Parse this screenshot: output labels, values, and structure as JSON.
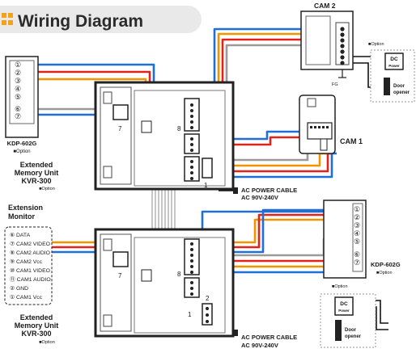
{
  "title": "Wiring Diagram",
  "cam2": {
    "label": "CAM 2",
    "option": "■Option",
    "fg": "FG"
  },
  "cam1": {
    "label": "CAM 1"
  },
  "dc_power_top": {
    "line1": "DC",
    "line2": "Power"
  },
  "door_opener_top": {
    "line1": "Door",
    "line2": "opener"
  },
  "dc_power_bottom": {
    "line1": "DC",
    "line2": "Power"
  },
  "door_opener_bottom": {
    "line1": "Door",
    "line2": "opener"
  },
  "kdp_left": {
    "label": "KDP-602G",
    "option": "■Option",
    "terminals": [
      "①",
      "②",
      "③",
      "④",
      "⑤",
      "⑥",
      "⑦"
    ]
  },
  "kdp_right": {
    "label": "KDP-602G",
    "option": "■Option",
    "option_below": "■Option",
    "terminals": [
      "①",
      "②",
      "③",
      "④",
      "⑤",
      "⑥",
      "⑦"
    ]
  },
  "kvr_top": {
    "line1": "Extended",
    "line2": "Memory Unit",
    "line3": "KVR-300",
    "option": "■Option"
  },
  "kvr_bottom": {
    "line1": "Extended",
    "line2": "Memory Unit",
    "line3": "KVR-300",
    "option": "■Option"
  },
  "extension_monitor": {
    "line1": "Extension",
    "line2": "Monitor"
  },
  "legend": [
    {
      "num": "⑥",
      "text": "DATA"
    },
    {
      "num": "⑦",
      "text": "CAM2 VIDEO"
    },
    {
      "num": "⑧",
      "text": "CAM2 AUDIO"
    },
    {
      "num": "⑨",
      "text": "CAM2 Vcc"
    },
    {
      "num": "⑩",
      "text": "CAM1 VIDEO"
    },
    {
      "num": "⑪",
      "text": "CAM1 AUDIO"
    },
    {
      "num": "②",
      "text": "GND"
    },
    {
      "num": "①",
      "text": "CAM1 Vcc"
    }
  ],
  "ac_top": {
    "line1": "AC POWER CABLE",
    "line2": "AC 90V-240V"
  },
  "ac_bottom": {
    "line1": "AC POWER CABLE",
    "line2": "AC 90V-240V"
  },
  "monitor_marks": {
    "t7a": "7",
    "t7b": "7",
    "t8a": "8",
    "t8b": "8",
    "t1a": "1",
    "t1b": "1",
    "t2": "2"
  },
  "colors": {
    "blue": "#1f6fd6",
    "red": "#e2231a",
    "orange": "#f29400",
    "gray": "#9a9a9a",
    "title_accent": "#f5a21b",
    "title_bg": "#e8e8e8"
  }
}
